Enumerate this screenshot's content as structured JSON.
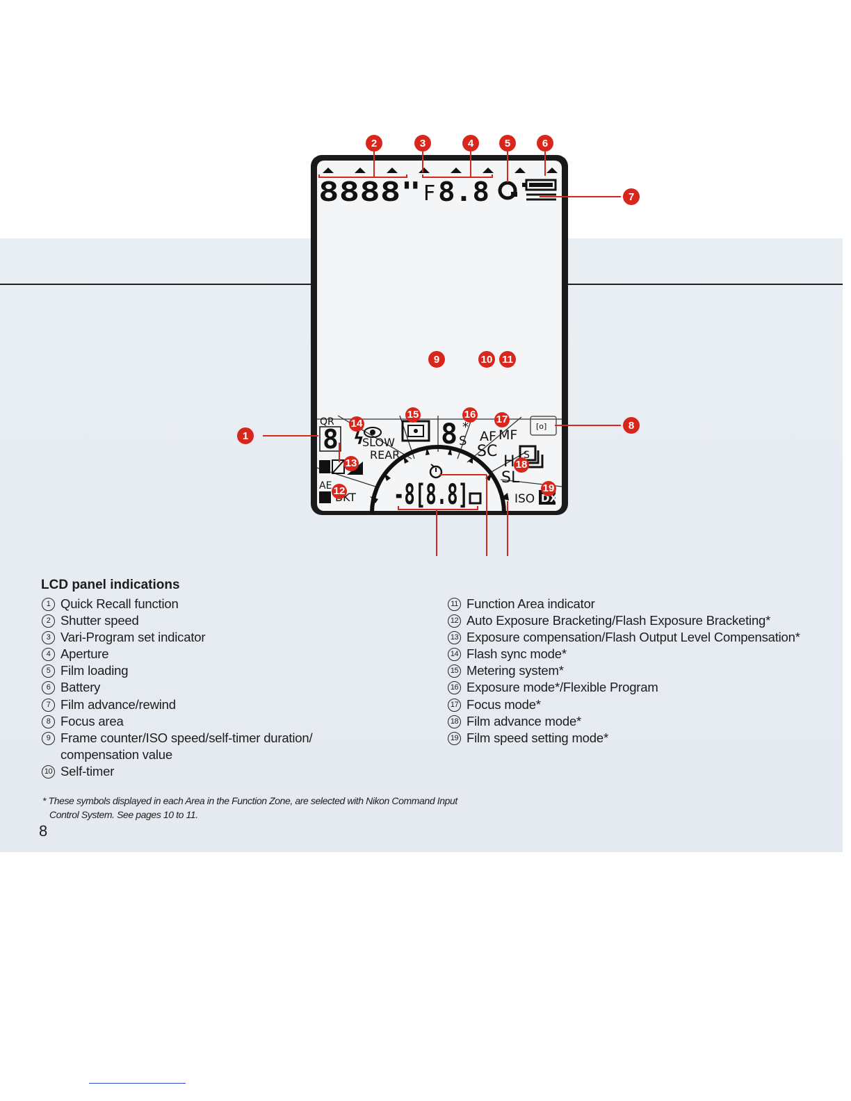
{
  "figure": {
    "shutter_speed_readout": "8888\"",
    "aperture_prefix": "F",
    "aperture_readout": "8.8",
    "qr_label": "QR",
    "qr_digit": "8",
    "slow_label": "SLOW",
    "rear_label": "REAR",
    "exposure_mode_digit": "8",
    "exposure_mode_s": "S",
    "focus_af": "AF",
    "focus_mf": "MF",
    "focus_sc": "SC",
    "advance_h": "H",
    "advance_s": "S",
    "advance_sl": "SL",
    "ae_label": "AE",
    "bkt_label": "BKT",
    "frame_counter_readout": "-8[8.8]",
    "iso_label": "ISO",
    "dx_label": "DX",
    "focus_area_symbol": "[o]",
    "callouts": [
      "1",
      "2",
      "3",
      "4",
      "5",
      "6",
      "7",
      "8",
      "9",
      "10",
      "11",
      "12",
      "13",
      "14",
      "15",
      "16",
      "17",
      "18",
      "19"
    ]
  },
  "legend": {
    "title": "LCD panel indications",
    "left": [
      {
        "num": "1",
        "label": "Quick Recall function"
      },
      {
        "num": "2",
        "label": "Shutter speed"
      },
      {
        "num": "3",
        "label": "Vari-Program set indicator"
      },
      {
        "num": "4",
        "label": "Aperture"
      },
      {
        "num": "5",
        "label": "Film loading"
      },
      {
        "num": "6",
        "label": "Battery"
      },
      {
        "num": "7",
        "label": "Film advance/rewind"
      },
      {
        "num": "8",
        "label": "Focus area"
      },
      {
        "num": "9",
        "label": "Frame counter/ISO speed/self-timer duration/"
      },
      {
        "num": "",
        "label": "compensation value"
      },
      {
        "num": "10",
        "label": "Self-timer"
      }
    ],
    "right": [
      {
        "num": "11",
        "label": "Function Area indicator"
      },
      {
        "num": "12",
        "label": "Auto Exposure Bracketing/Flash Exposure Bracketing*"
      },
      {
        "num": "13",
        "label": "Exposure compensation/Flash Output Level Compensation*"
      },
      {
        "num": "14",
        "label": "Flash sync mode*"
      },
      {
        "num": "15",
        "label": "Metering system*"
      },
      {
        "num": "16",
        "label": "Exposure mode*/Flexible Program"
      },
      {
        "num": "17",
        "label": "Focus mode*"
      },
      {
        "num": "18",
        "label": "Film advance mode*"
      },
      {
        "num": "19",
        "label": "Film speed setting mode*"
      }
    ]
  },
  "footnote_line1": "*  These symbols displayed in each Area in the Function Zone, are selected with Nikon Command Input",
  "footnote_line2": "Control System. See pages 10 to 11.",
  "page_number": "8",
  "colors": {
    "callout_red": "#d8261c",
    "lcd_frame": "#1a1a1a",
    "band": "#e7ecf1"
  }
}
